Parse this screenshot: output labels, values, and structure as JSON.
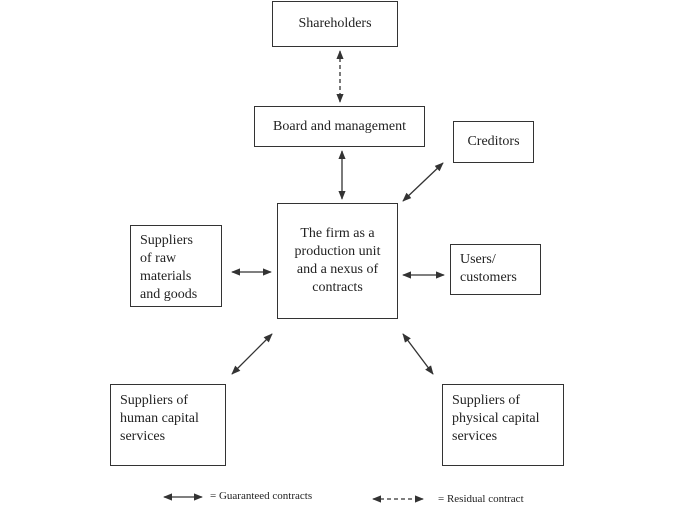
{
  "nodes": {
    "shareholders": "Shareholders",
    "board": "Board and management",
    "creditors": "Creditors",
    "firm": "The firm as a\nproduction unit\nand a nexus of\ncontracts",
    "raw": "Suppliers\nof raw\nmaterials\nand goods",
    "users": "Users/\ncustomers",
    "human": "Suppliers of\nhuman capital\nservices",
    "physical": "Suppliers of\nphysical capital\nservices"
  },
  "legend": {
    "guaranteed": "= Guaranteed contracts",
    "residual": "= Residual contract"
  }
}
